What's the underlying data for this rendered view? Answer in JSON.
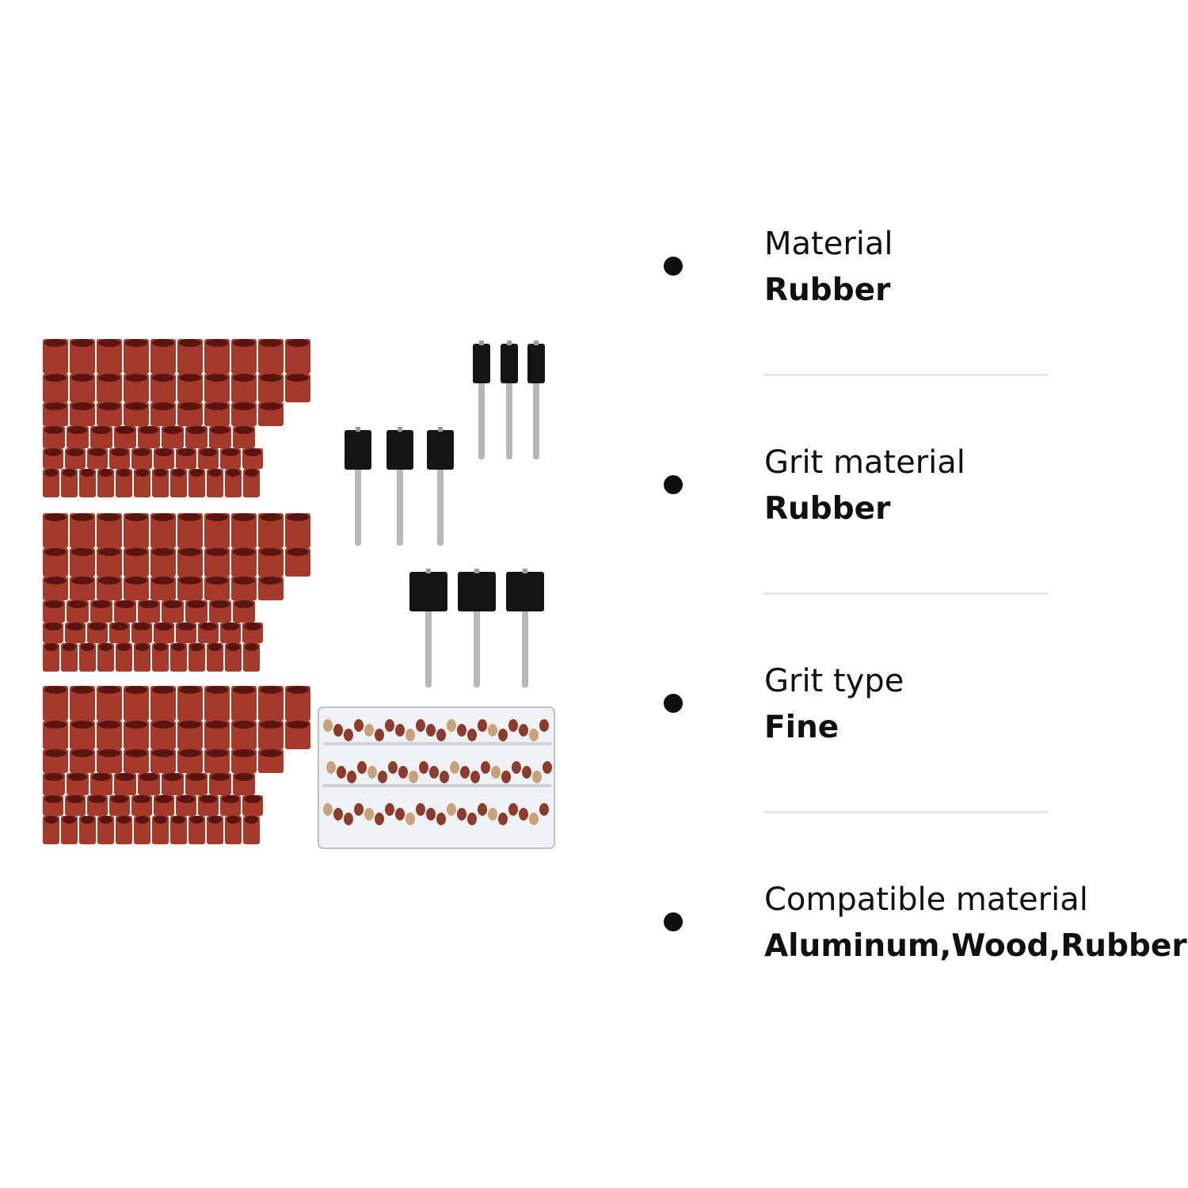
{
  "attributes": [
    {
      "label": "Material",
      "value": "Rubber"
    },
    {
      "label": "Grit material",
      "value": "Rubber"
    },
    {
      "label": "Grit type",
      "value": "Fine"
    },
    {
      "label": "Compatible material",
      "value": "Aluminum,Wood,Rubber"
    }
  ],
  "colors": {
    "sleeve": "#a63a2a",
    "sleeve_dark": "#5a1510",
    "drum": "#151515",
    "mandrel": "#b8b8b8",
    "bullet": "#0f0f0f",
    "divider": "#e7e7e7"
  }
}
